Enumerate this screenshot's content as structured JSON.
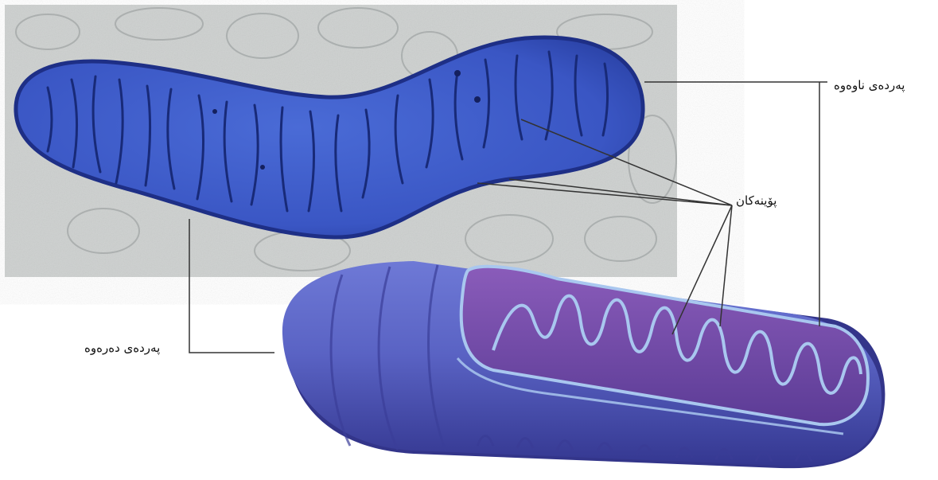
{
  "labels": {
    "inner_membrane": "پەردەی ناوەوە",
    "cristae": "پۆینەکان",
    "outer_membrane": "پەردەی دەرەوە"
  },
  "colors": {
    "micrograph_bg": "#cdd0cf",
    "micrograph_organelle": "#3a56c4",
    "micrograph_crista": "#182a78",
    "model_outer": "#5a63c4",
    "model_shadow": "#3d3f98",
    "model_matrix": "#6f4aa6",
    "model_inner_line": "#a9c7ef",
    "leader_line": "#333333"
  }
}
